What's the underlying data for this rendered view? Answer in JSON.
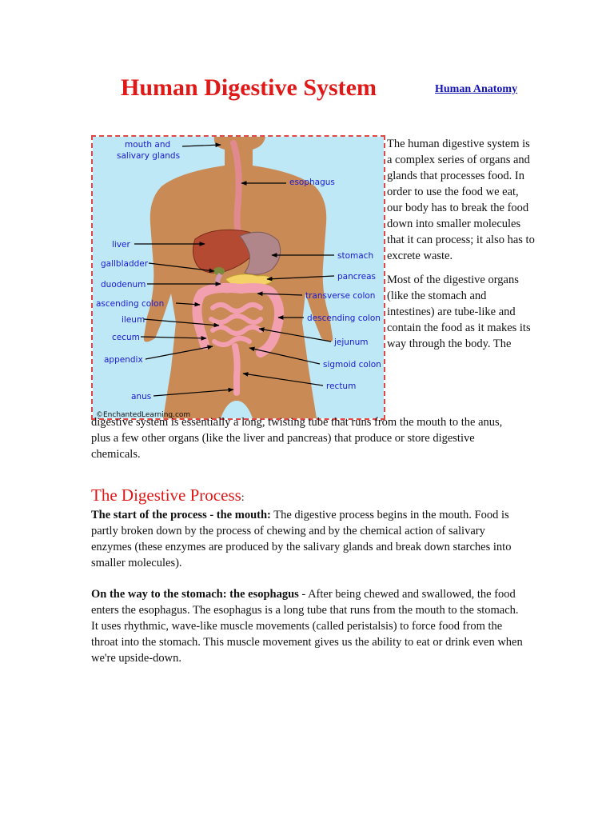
{
  "header": {
    "title": "Human Digestive System",
    "nav_link": "Human Anatomy"
  },
  "figure": {
    "labels": {
      "mouth_line1": "mouth and",
      "mouth_line2": "salivary glands",
      "esophagus": "esophagus",
      "liver": "liver",
      "stomach": "stomach",
      "gallbladder": "gallbladder",
      "pancreas": "pancreas",
      "duodenum": "duodenum",
      "transverse_colon": "transverse colon",
      "ascending_colon": "ascending colon",
      "descending_colon": "descending colon",
      "ileum": "ileum",
      "cecum": "cecum",
      "jejunum": "jejunum",
      "appendix": "appendix",
      "sigmoid_colon": "sigmoid colon",
      "rectum": "rectum",
      "anus": "anus"
    },
    "copyright": "©EnchantedLearning.com",
    "colors": {
      "background": "#bfe8f7",
      "body": "#c98a55",
      "label": "#1a1ad0",
      "frame": "#e04848"
    }
  },
  "intro": {
    "side_p1": "The human digestive system is a complex series of organs and glands that processes food. In order to use the food we eat, our body has to break the food down into smaller molecules that it can process; it also has to excrete waste.",
    "side_p2_start": "Most of the digestive organs (like the stomach and intestines) are tube-like and contain the food as it makes its way through the body. The",
    "continuation": "digestive system is essentially a long, twisting tube that runs from the mouth to the anus, plus a few other organs (like the liver and pancreas) that produce or store digestive chemicals."
  },
  "section": {
    "title": "The Digestive Process",
    "colon": ":"
  },
  "paragraphs": {
    "mouth_heading": "The start of the process - the mouth:",
    "mouth_text": " The digestive process begins in the mouth. Food is partly broken down by the process of chewing and by the chemical action of salivary enzymes (these enzymes are produced by the salivary glands and break down starches into smaller molecules).",
    "esophagus_heading": "On the way to the stomach: the esophagus",
    "esophagus_text": " - After being chewed and swallowed, the food enters the esophagus. The esophagus is a long tube that runs from the mouth to the stomach. It uses rhythmic, wave-like muscle movements (called peristalsis) to force food from the throat into the stomach. This muscle movement gives us the ability to eat or drink even when we're upside-down."
  }
}
